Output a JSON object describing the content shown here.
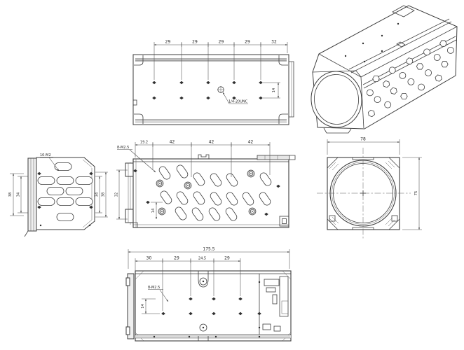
{
  "palette": {
    "ink": "#3d3d3d",
    "background": "#ffffff"
  },
  "views": {
    "top": {
      "dims": [
        "29",
        "29",
        "29",
        "29",
        "32"
      ],
      "dim_side": "14",
      "thread_callout": "1/4-20UNC"
    },
    "left": {
      "thread_callout": "10-M2",
      "dim_left_outer": "38",
      "dim_left_inner": "34",
      "dim_right_inner": "34",
      "dim_right_outer": "38"
    },
    "side": {
      "thread_callout": "8-M2.5",
      "dims": [
        "19.2",
        "42",
        "42",
        "42"
      ],
      "dim_left": "32",
      "dim_bottom": "14"
    },
    "front": {
      "dim_width": "78",
      "dim_height": "75"
    },
    "bottom": {
      "dim_overall": "175.5",
      "dims": [
        "30",
        "29",
        "24.5",
        "29"
      ],
      "thread_callout": "8-M2.5",
      "dim_left": "14"
    }
  }
}
